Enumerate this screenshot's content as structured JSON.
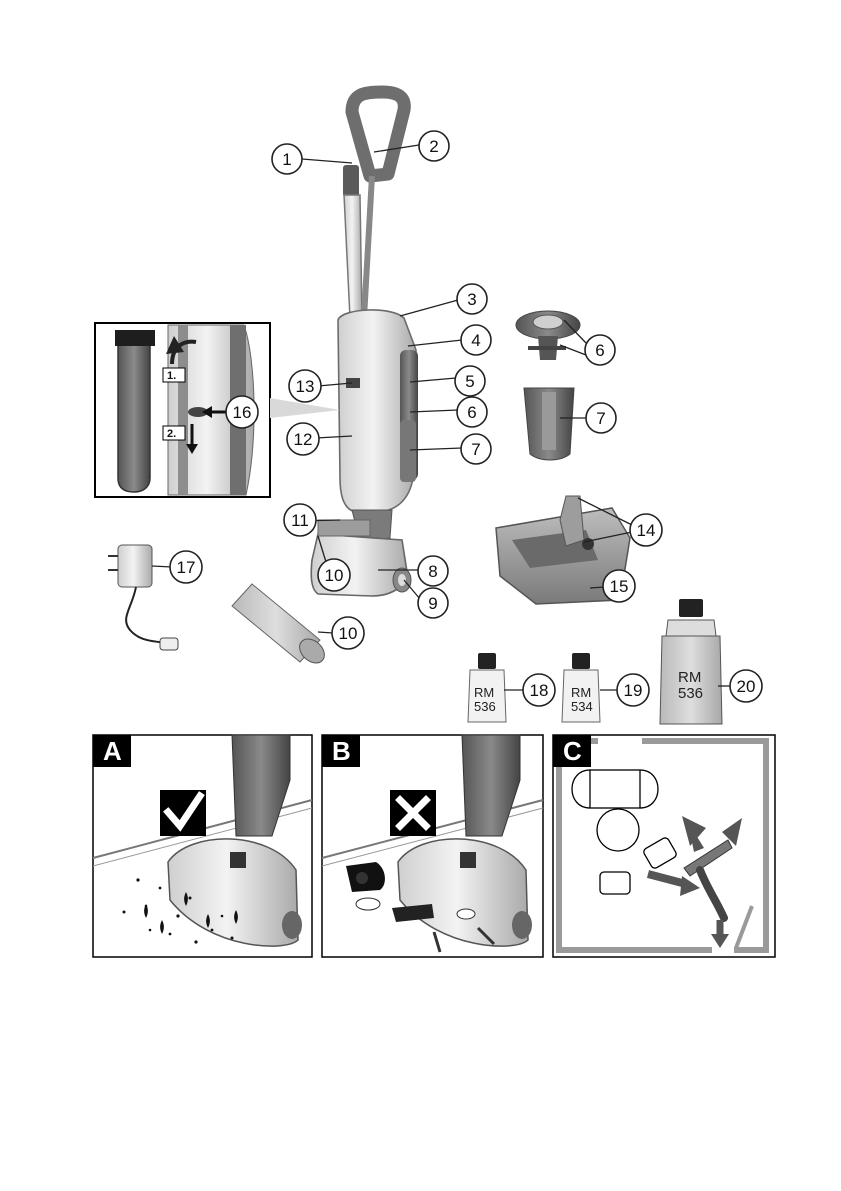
{
  "callouts": [
    "1",
    "2",
    "3",
    "4",
    "5",
    "6",
    "7",
    "8",
    "9",
    "10",
    "11",
    "12",
    "13",
    "14",
    "15",
    "16",
    "17",
    "18",
    "19",
    "20"
  ],
  "steps": {
    "first": "1.",
    "second": "2."
  },
  "bottles": {
    "b18": {
      "line1": "RM",
      "line2": "536"
    },
    "b19": {
      "line1": "RM",
      "line2": "534"
    },
    "b20": {
      "line1": "RM",
      "line2": "536"
    }
  },
  "panels": {
    "a": "A",
    "b": "B",
    "c": "C"
  },
  "icons": {
    "panel_a": "checkmark-icon",
    "panel_b": "cross-icon"
  },
  "colors": {
    "mark": "#000000",
    "room_wall": "#9a9a9a",
    "arrow": "#555555"
  }
}
